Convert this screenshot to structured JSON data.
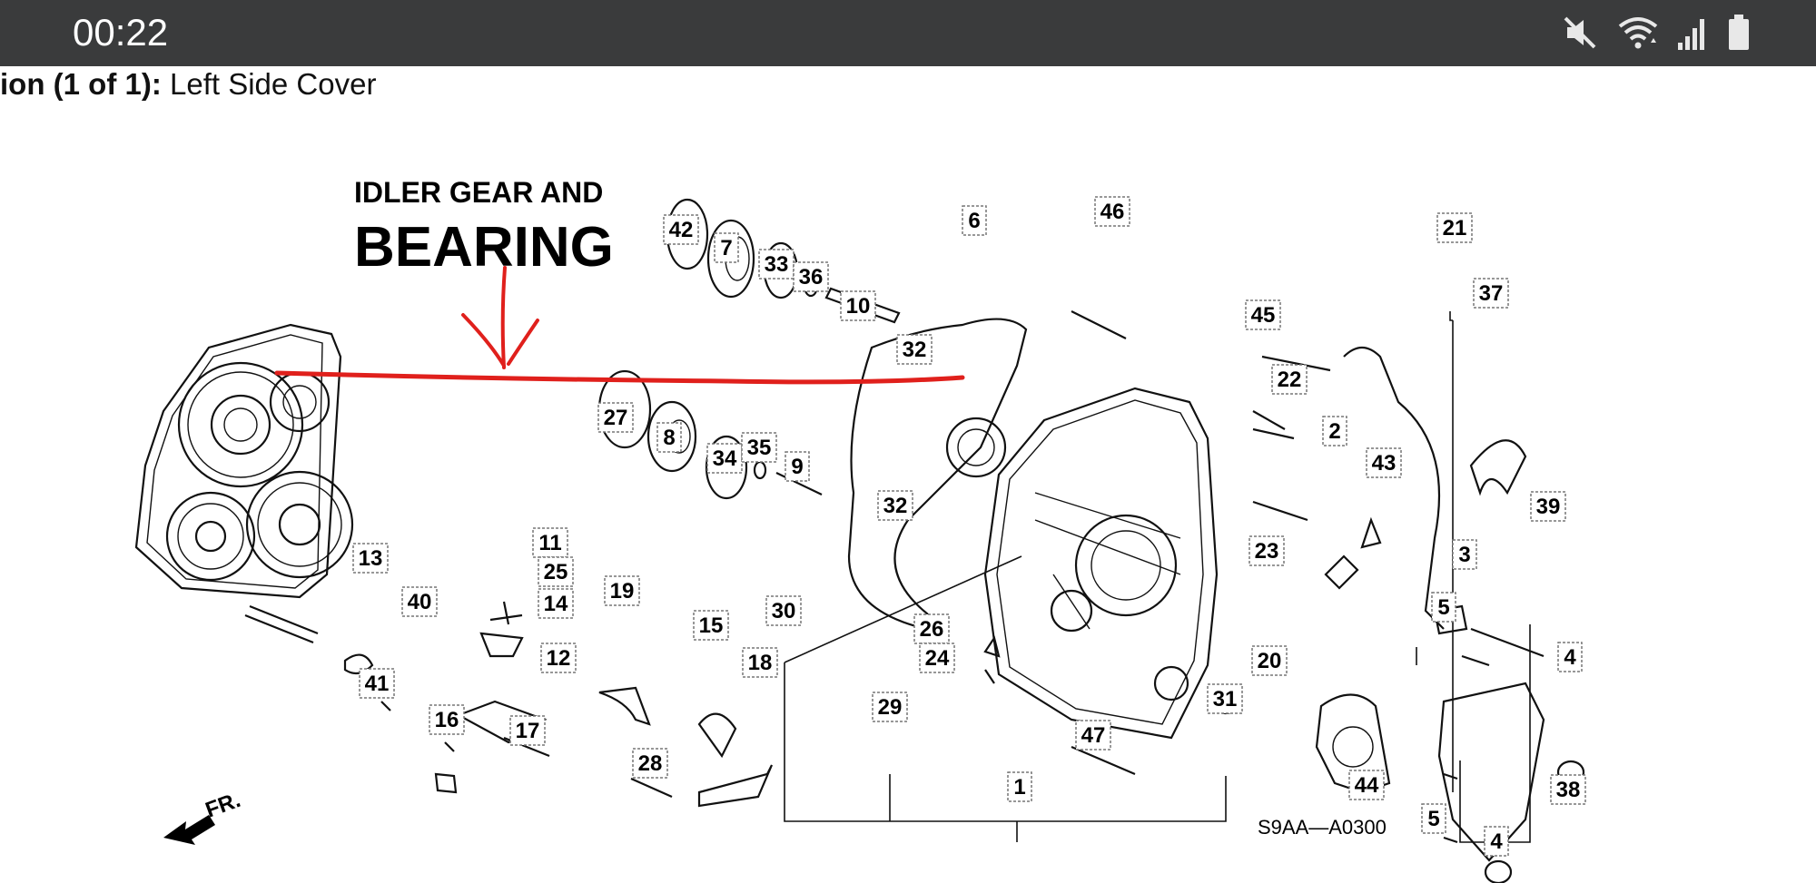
{
  "status_bar": {
    "time": "00:22",
    "icons": [
      "mute-icon",
      "wifi-icon",
      "signal-icon",
      "battery-icon"
    ]
  },
  "page": {
    "subtitle_prefix": "ion (1 of 1):",
    "subtitle_text": "Left Side Cover"
  },
  "diagram": {
    "annotation_line1": "IDLER GEAR AND",
    "annotation_line2": "BEARING",
    "annotation_color": "#e0201c",
    "diagram_code": "S9AA—A0300",
    "front_label": "FR.",
    "part_numbers": [
      "42",
      "7",
      "33",
      "36",
      "10",
      "6",
      "46",
      "21",
      "37",
      "45",
      "22",
      "2",
      "43",
      "27",
      "8",
      "34",
      "35",
      "9",
      "32",
      "32",
      "23",
      "39",
      "3",
      "13",
      "11",
      "25",
      "14",
      "40",
      "12",
      "41",
      "16",
      "17",
      "19",
      "15",
      "18",
      "28",
      "30",
      "26",
      "24",
      "29",
      "47",
      "31",
      "1",
      "20",
      "5",
      "4",
      "44",
      "5",
      "4",
      "38"
    ]
  }
}
